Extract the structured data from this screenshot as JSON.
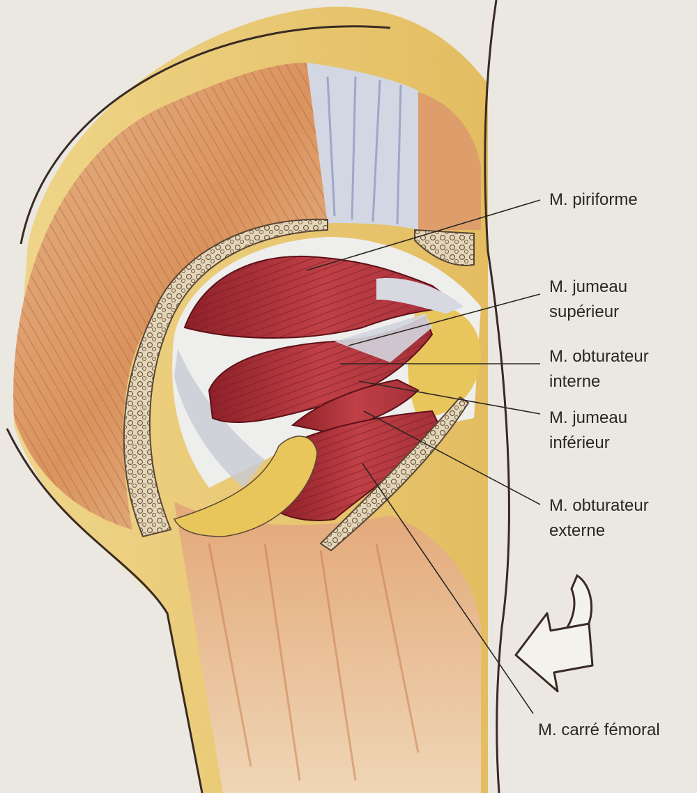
{
  "labels": {
    "piriforme": [
      "M. piriforme"
    ],
    "jumeau_superieur": [
      "M. jumeau",
      "supérieur"
    ],
    "obturateur_interne": [
      "M. obturateur",
      "interne"
    ],
    "jumeau_inferieur": [
      "M. jumeau",
      "inférieur"
    ],
    "obturateur_externe": [
      "M. obturateur",
      "externe"
    ],
    "carre_femoral": [
      "M. carré fémoral"
    ]
  },
  "colors": {
    "background": "#ebe8e1",
    "skin_outline": "#3a2a24",
    "fat_yellow": "#e7c25e",
    "gluteal_muscle": "#d79a6b",
    "muscle_red": "#b3333a",
    "muscle_dark": "#7e1f26",
    "bone": "#d9c9a8",
    "tendon": "#c9ccd8",
    "leader_line": "#2b2622"
  },
  "icons": {
    "rotation_arrow": "rotation-arrow-icon"
  }
}
